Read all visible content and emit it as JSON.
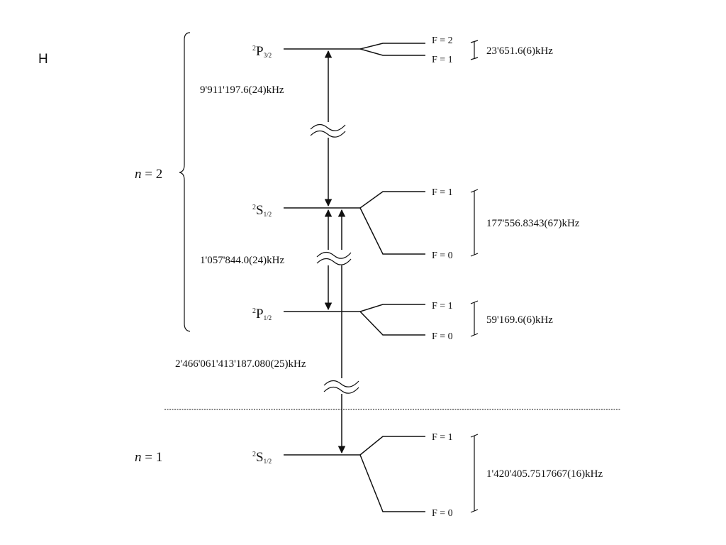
{
  "slide": {
    "label": "H"
  },
  "shells": {
    "n2": {
      "n": "n",
      "eq": " = 2"
    },
    "n1": {
      "n": "n",
      "eq": " = 1"
    }
  },
  "terms": {
    "p32": {
      "sup": "2",
      "letter": "P",
      "sub": "3/2"
    },
    "s12_n2": {
      "sup": "2",
      "letter": "S",
      "sub": "1/2"
    },
    "p12": {
      "sup": "2",
      "letter": "P",
      "sub": "1/2"
    },
    "s12_n1": {
      "sup": "2",
      "letter": "S",
      "sub": "1/2"
    }
  },
  "f_levels": {
    "p32_upper": "F = 2",
    "p32_lower": "F = 1",
    "s12_n2_upper": "F = 1",
    "s12_n2_lower": "F = 0",
    "p12_upper": "F = 1",
    "p12_lower": "F = 0",
    "s12_n1_upper": "F = 1",
    "s12_n1_lower": "F = 0"
  },
  "hyperfine": {
    "p32": "23'651.6(6)kHz",
    "s12_n2": "177'556.8343(67)kHz",
    "p12": "59'169.6(6)kHz",
    "s12_n1": "1'420'405.7517667(16)kHz"
  },
  "intervals": {
    "fine_structure": "9'911'197.6(24)kHz",
    "lamb_shift": "1'057'844.0(24)kHz",
    "one_s_two_s": "2'466'061'413'187.080(25)kHz"
  }
}
